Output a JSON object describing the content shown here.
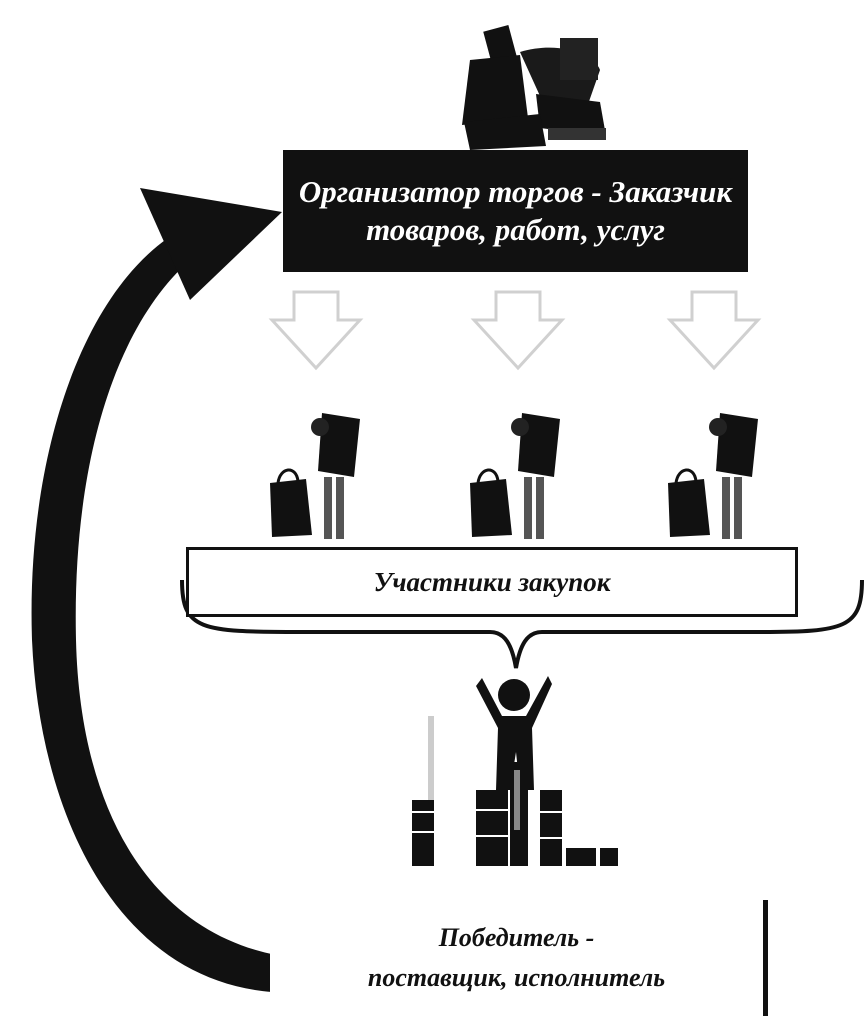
{
  "organizer": {
    "title": "Организатор торгов - Заказчик товаров, работ, услуг"
  },
  "participants": {
    "label": "Участники закупок"
  },
  "winner": {
    "line1": "Победитель -",
    "line2": "поставщик, исполнитель"
  },
  "cycle_arrow": {
    "label": ""
  },
  "colors": {
    "dark": "#111111",
    "faint_arrow": "#d9d9d9",
    "background": "#ffffff"
  },
  "icons": [
    "computer-user-icon",
    "shopper-icon",
    "shopper-icon",
    "shopper-icon",
    "winner-on-coins-icon"
  ]
}
